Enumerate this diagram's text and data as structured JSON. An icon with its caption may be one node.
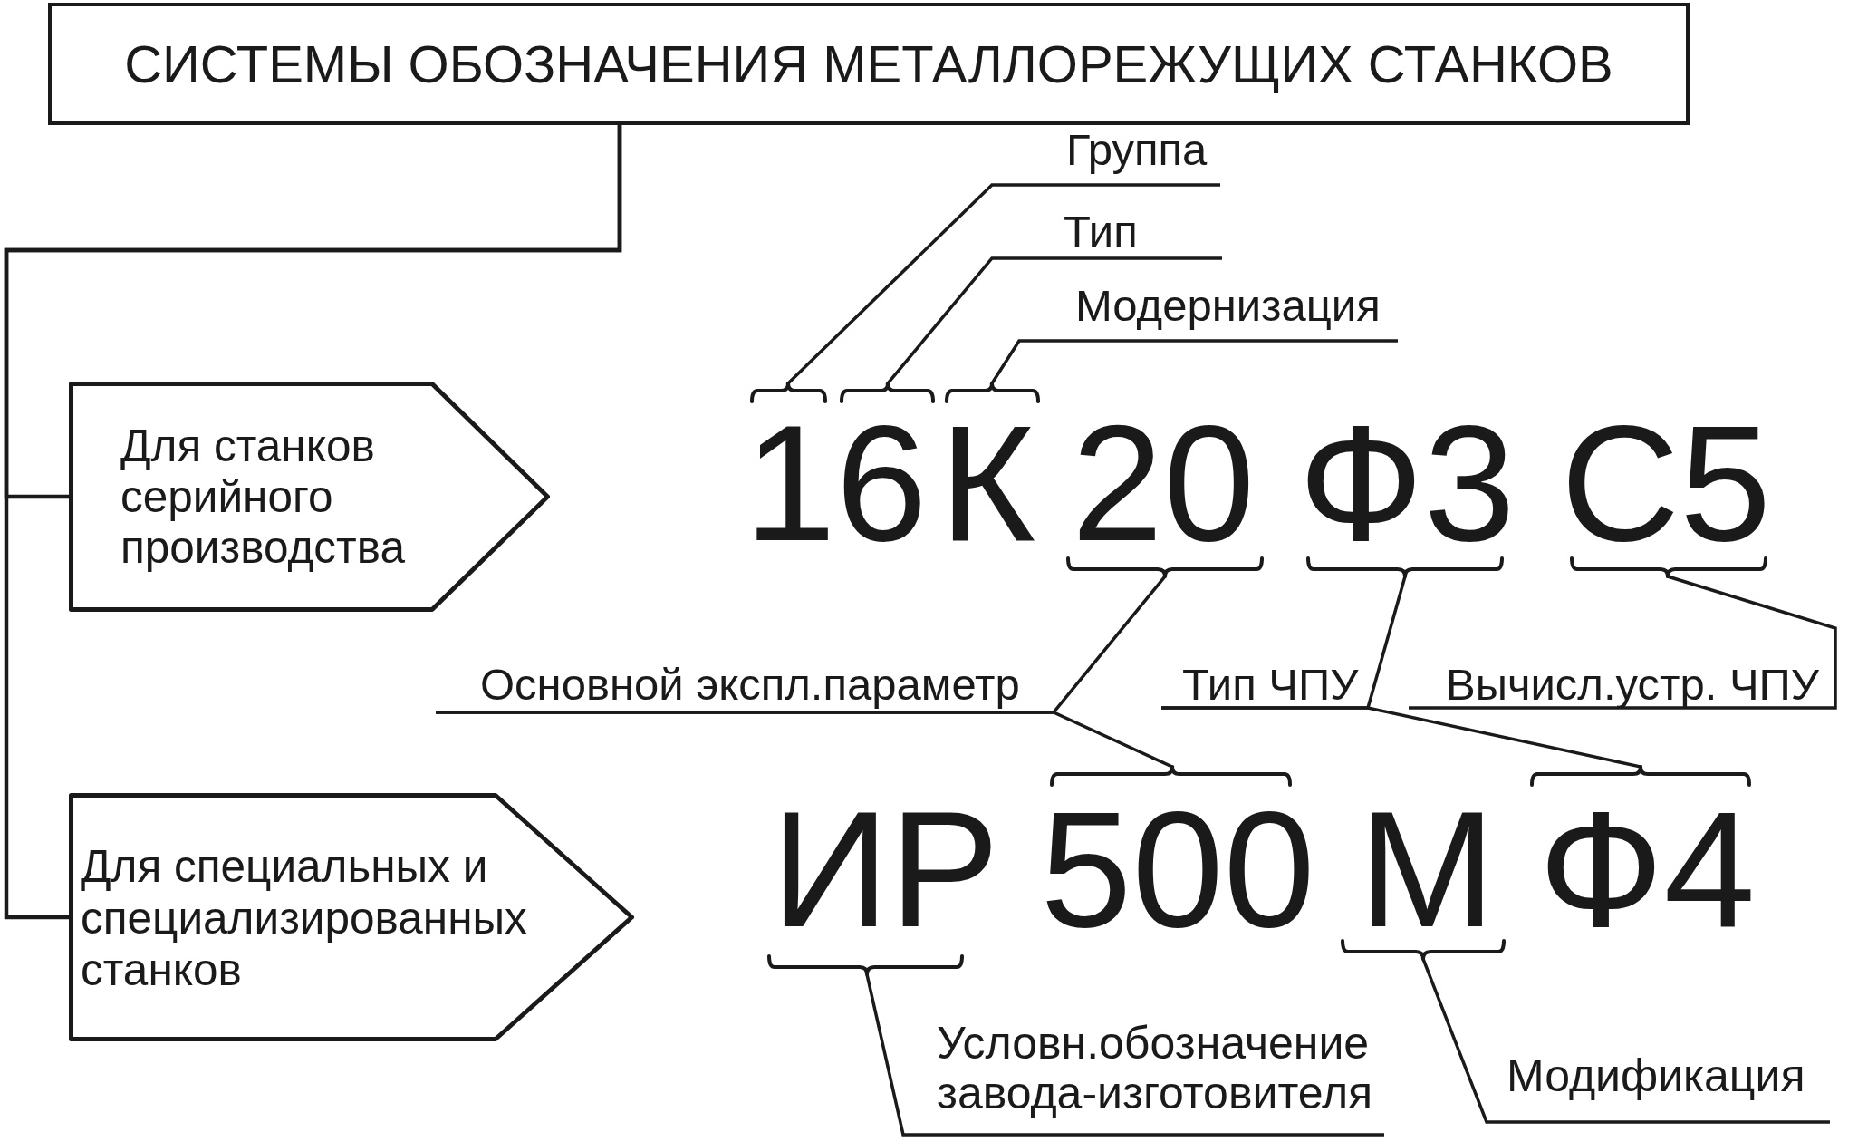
{
  "diagram": {
    "nodes": [
      {
        "text": [
          "СИСТЕМЫ ОБОЗНАЧЕНИЯ МЕТАЛЛОРЕЖУЩИХ СТАНКОВ"
        ]
      },
      {
        "text": [
          "Для станков серийного производства"
        ]
      },
      {
        "text": [
          "Группа"
        ]
      },
      {
        "text": [
          "Тип"
        ]
      },
      {
        "text": [
          "Модернизация"
        ]
      },
      {
        "text": [
          "1"
        ]
      },
      {
        "text": [
          "6"
        ]
      },
      {
        "text": [
          "К"
        ]
      },
      {
        "text": [
          "20"
        ]
      },
      {
        "text": [
          "Ф3"
        ]
      },
      {
        "text": [
          "С5"
        ]
      },
      {
        "text": [
          "Основной экспл.параметр"
        ]
      },
      {
        "text": [
          "Тип ЧПУ"
        ]
      },
      {
        "text": [
          "Вычисл.устр. ЧПУ"
        ]
      },
      {
        "text": [
          "Для специальных и специализированных станков"
        ]
      },
      {
        "text": [
          "ИР"
        ]
      },
      {
        "text": [
          "500"
        ]
      },
      {
        "text": [
          "М"
        ]
      },
      {
        "text": [
          "Ф4"
        ]
      },
      {
        "text": [
          "Условн.обозначение завода-изготовителя"
        ]
      },
      {
        "text": [
          "Модификация"
        ]
      }
    ],
    "edges": [
      {
        "from": 0,
        "to": 1,
        "arrow": "none"
      },
      {
        "from": 0,
        "to": 14,
        "arrow": "none"
      },
      {
        "from": 2,
        "to": 5,
        "arrow": "none"
      },
      {
        "from": 3,
        "to": 6,
        "arrow": "none"
      },
      {
        "from": 4,
        "to": 7,
        "arrow": "none"
      },
      {
        "from": 11,
        "to": 8,
        "arrow": "none"
      },
      {
        "from": 11,
        "to": 16,
        "arrow": "none"
      },
      {
        "from": 12,
        "to": 9,
        "arrow": "none"
      },
      {
        "from": 12,
        "to": 18,
        "arrow": "none"
      },
      {
        "from": 13,
        "to": 10,
        "arrow": "none"
      },
      {
        "from": 19,
        "to": 15,
        "arrow": "none"
      },
      {
        "from": 20,
        "to": 17,
        "arrow": "none"
      }
    ]
  }
}
